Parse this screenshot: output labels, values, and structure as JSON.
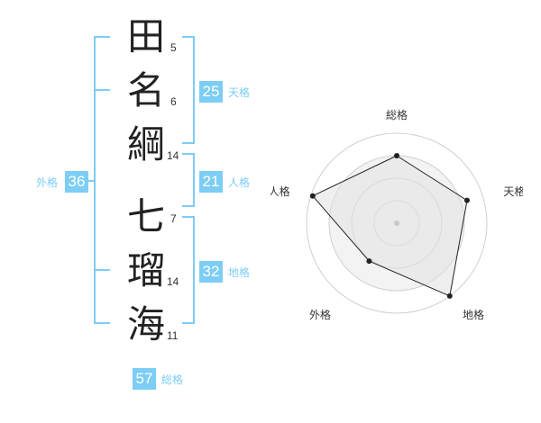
{
  "characters": [
    {
      "char": "田",
      "strokes": "5"
    },
    {
      "char": "名",
      "strokes": "6"
    },
    {
      "char": "綱",
      "strokes": "14"
    },
    {
      "char": "七",
      "strokes": "7"
    },
    {
      "char": "瑠",
      "strokes": "14"
    },
    {
      "char": "海",
      "strokes": "11"
    }
  ],
  "grades": {
    "tenkaku": {
      "value": "25",
      "label": "天格"
    },
    "jinkaku": {
      "value": "21",
      "label": "人格"
    },
    "chikaku": {
      "value": "32",
      "label": "地格"
    },
    "gaikaku": {
      "value": "36",
      "label": "外格"
    },
    "soukaku": {
      "value": "57",
      "label": "総格"
    }
  },
  "colors": {
    "accent": "#7dcdf5",
    "text": "#222222"
  },
  "chart_data": {
    "type": "radar",
    "axes": [
      "総格",
      "天格",
      "地格",
      "外格",
      "人格"
    ],
    "values": [
      0.75,
      0.82,
      1.0,
      0.52,
      0.98
    ],
    "rings": 4,
    "max": 1.0
  }
}
